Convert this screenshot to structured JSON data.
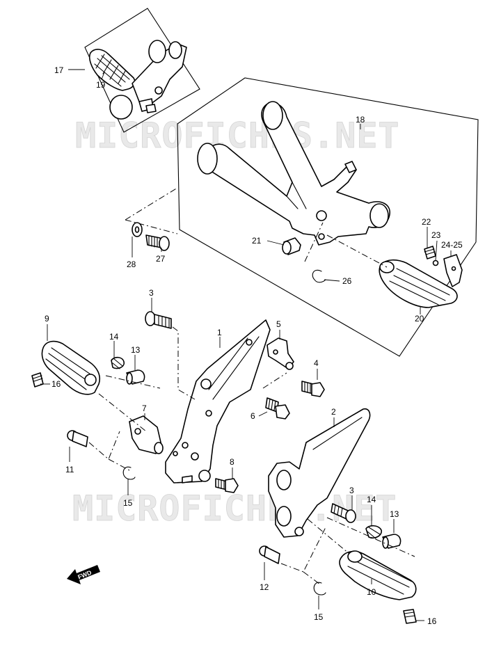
{
  "watermark": {
    "text": "MICROFICHES.NET"
  },
  "direction_arrow": {
    "label": "FWD"
  },
  "callouts": {
    "c1": "1",
    "c2": "2",
    "c3a": "3",
    "c3b": "3",
    "c4": "4",
    "c5": "5",
    "c6": "6",
    "c7": "7",
    "c8": "8",
    "c9": "9",
    "c10": "10",
    "c11": "11",
    "c12": "12",
    "c13a": "13",
    "c13b": "13",
    "c14a": "14",
    "c14b": "14",
    "c15a": "15",
    "c15b": "15",
    "c16a": "16",
    "c16b": "16",
    "c17": "17",
    "c18": "18",
    "c19": "19",
    "c20": "20",
    "c21": "21",
    "c22": "22",
    "c23": "23",
    "c2425": "24-25",
    "c26": "26",
    "c27": "27",
    "c28": "28"
  }
}
